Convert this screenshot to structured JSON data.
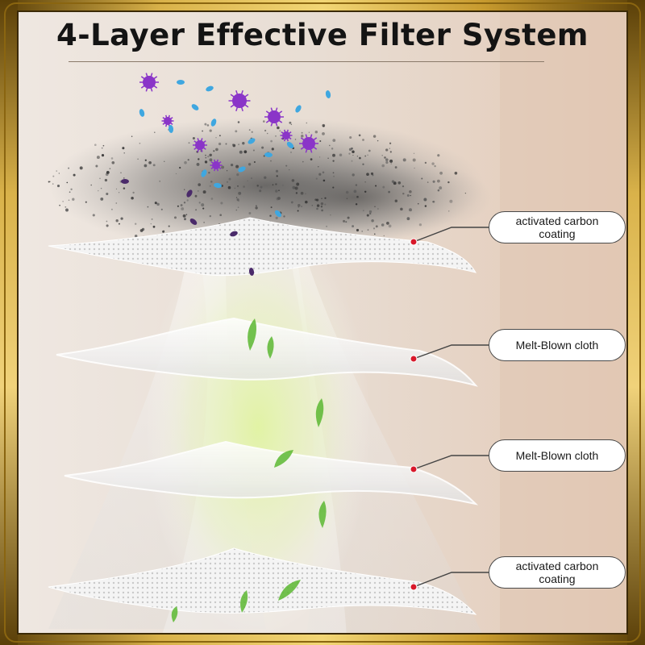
{
  "title": "4-Layer Effective Filter System",
  "layers": [
    {
      "label_line1": "activated carbon",
      "label_line2": "coating"
    },
    {
      "label_line1": "Melt-Blown cloth",
      "label_line2": ""
    },
    {
      "label_line1": "Melt-Blown cloth",
      "label_line2": ""
    },
    {
      "label_line1": "activated carbon",
      "label_line2": "coating"
    }
  ],
  "colors": {
    "frame_gold": "#b88d1e",
    "background": "#ece4dc",
    "marker_red": "#d8182a",
    "virus_purple": "#8a35c8",
    "particle_blue": "#3fa7e0",
    "leaf_green": "#5cb832"
  },
  "icons": [
    "virus-icon",
    "bacteria-icon",
    "leaf-icon",
    "dust-cloud"
  ]
}
